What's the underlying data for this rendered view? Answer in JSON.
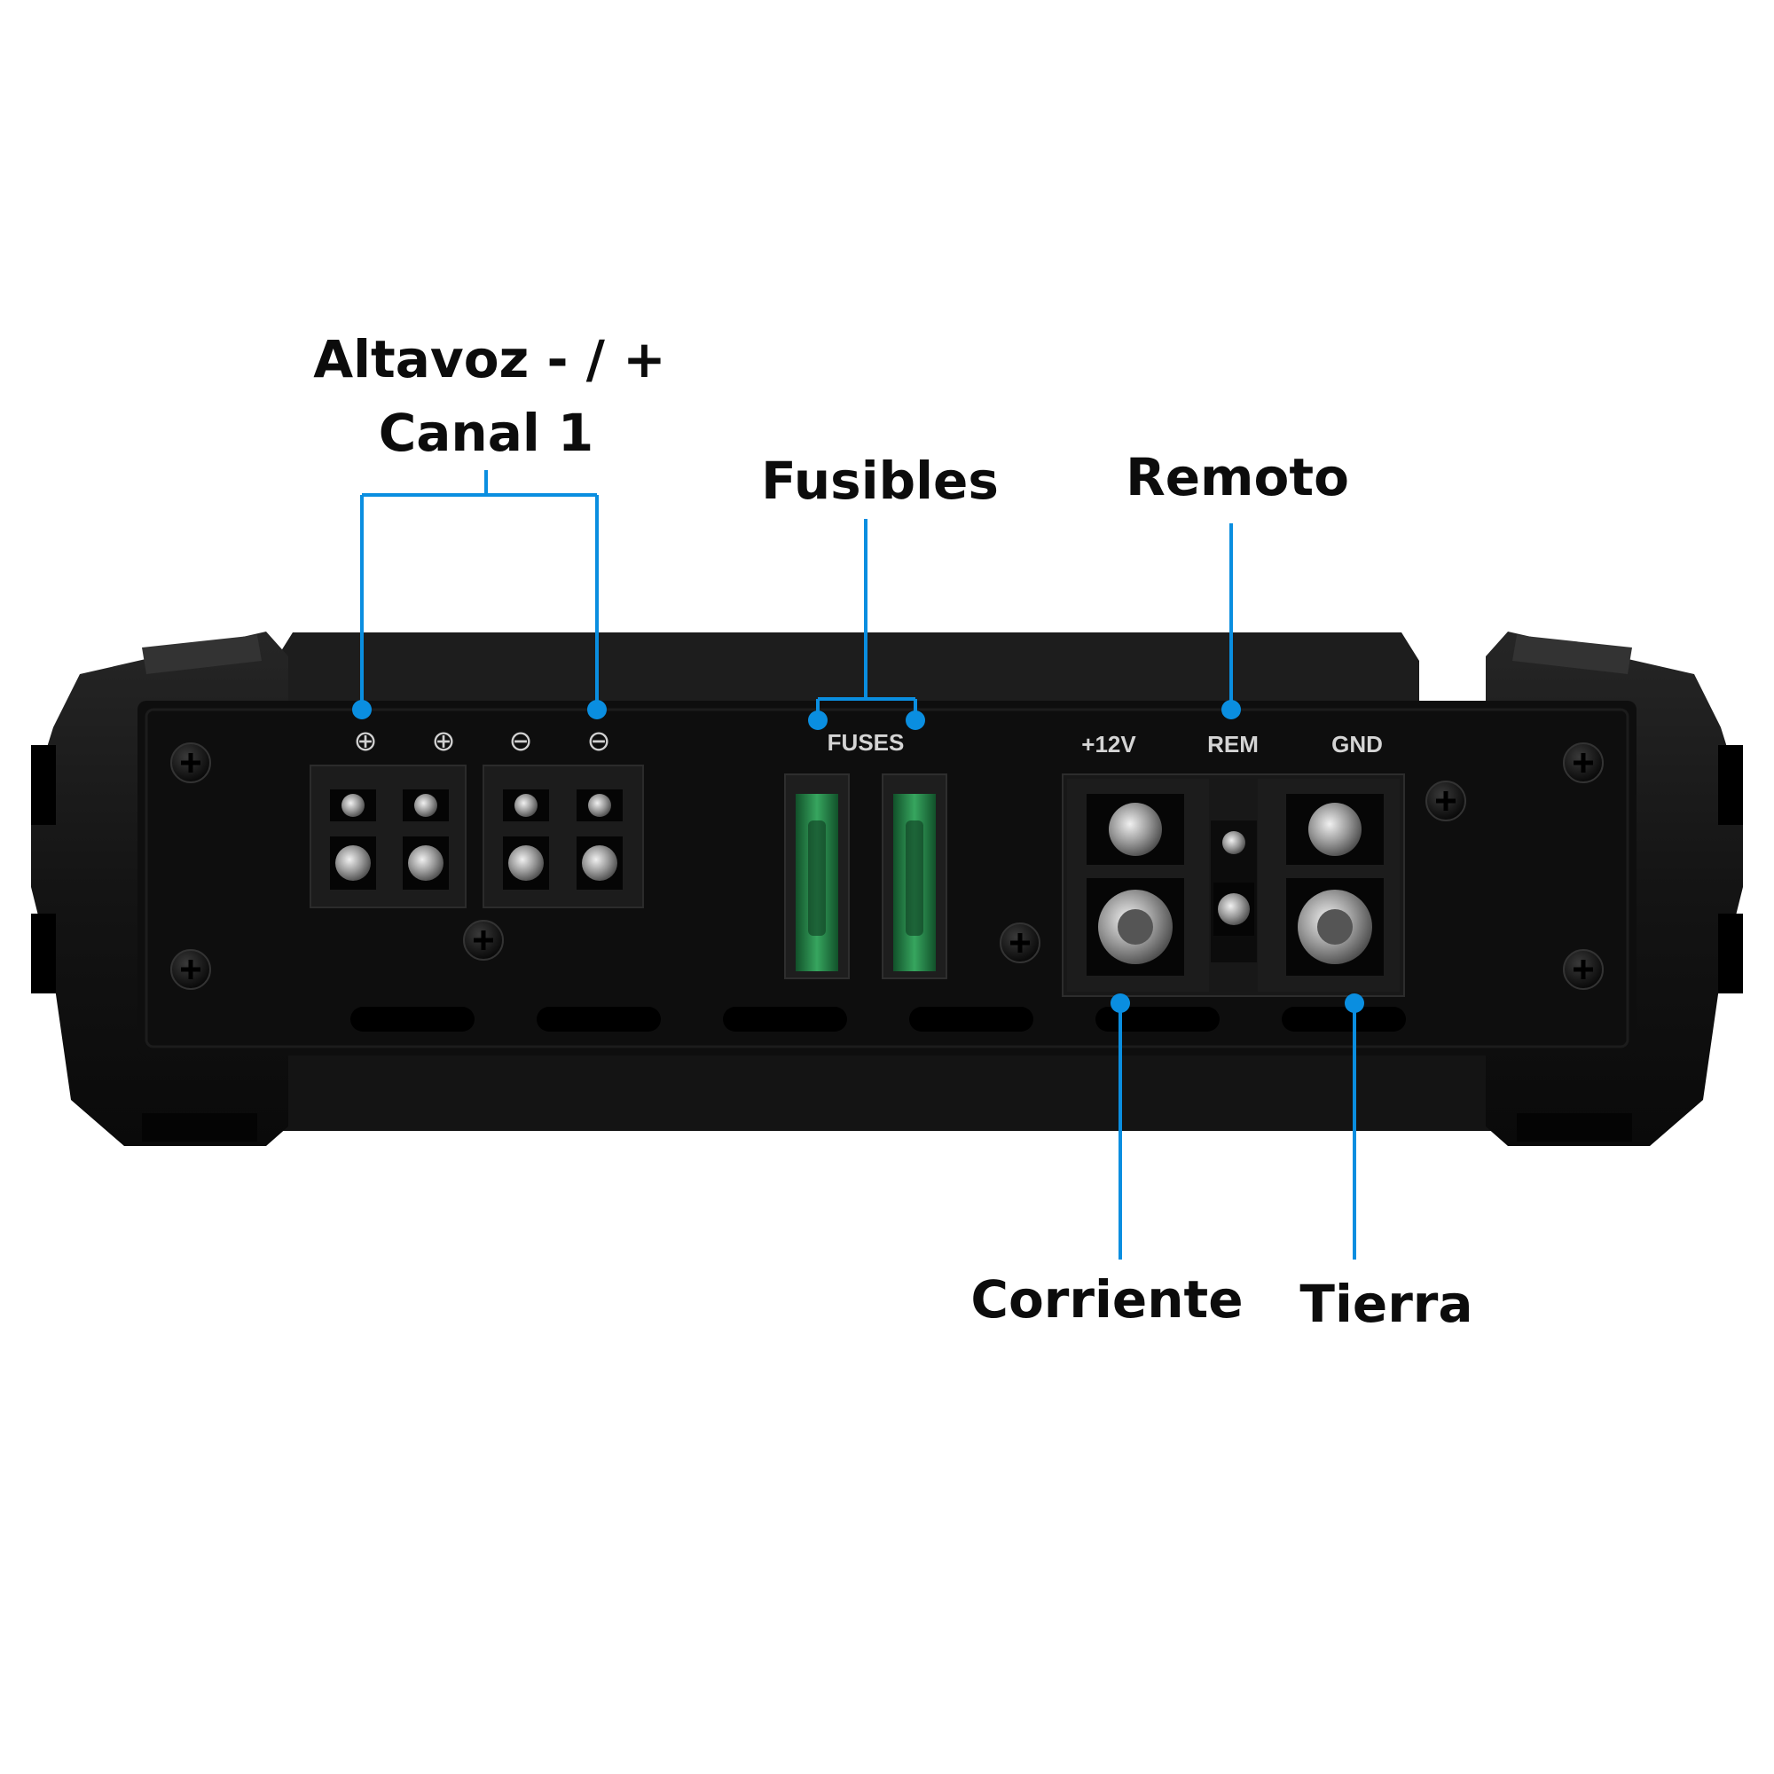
{
  "callouts": {
    "speaker_line1": "Altavoz - / +",
    "speaker_line2": "Canal 1",
    "fuses": "Fusibles",
    "remote": "Remoto",
    "power": "Corriente",
    "ground": "Tierra"
  },
  "panel": {
    "speaker_symbols": [
      "⊕",
      "⊕",
      "⊖",
      "⊖"
    ],
    "fuses_label": "FUSES",
    "power_label": "+12V",
    "remote_label": "REM",
    "ground_label": "GND"
  },
  "colors": {
    "leader_line": "#0a8ee0",
    "chassis": "#151515",
    "panel": "#0e0e0e",
    "fuse_glass": "#2fa35a"
  }
}
